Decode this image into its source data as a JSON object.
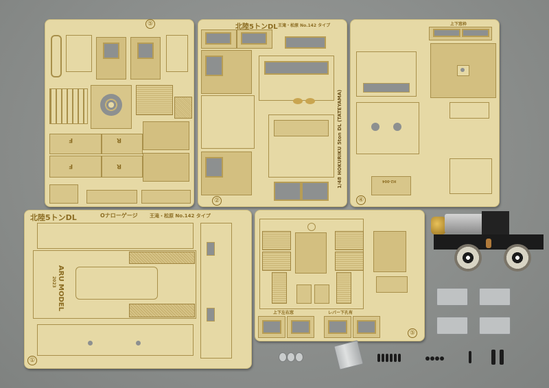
{
  "sheets": [
    {
      "id": "sheet-5-upper",
      "number": "⑤",
      "labels": []
    },
    {
      "id": "sheet-2",
      "number": "②",
      "title": "北陸5トンDL",
      "subtitle": "王滝・松原 No.142 タイプ",
      "vertical_text": "1/48 HOKURIKU 5ton DL (TATEYAMA)"
    },
    {
      "id": "sheet-4",
      "number": "④",
      "top_label": "上下窓枠",
      "part_code": "H2-004"
    },
    {
      "id": "sheet-1",
      "number": "①",
      "title": "北陸5トンDL",
      "gauge": "Oナローゲージ",
      "subtitle": "王滝・松原 No.142 タイプ",
      "maker": "ARU MODEL",
      "year": "2023"
    },
    {
      "id": "sheet-5-lower",
      "number": "⑤",
      "label_left": "上下左右窓",
      "label_right": "レバー下孔有"
    }
  ],
  "part_marks": [
    "F",
    "R",
    "F",
    "R"
  ],
  "components": [
    "motor-chassis",
    "axle-box-castings",
    "headlight-lenses",
    "fuel-tank",
    "screws"
  ]
}
